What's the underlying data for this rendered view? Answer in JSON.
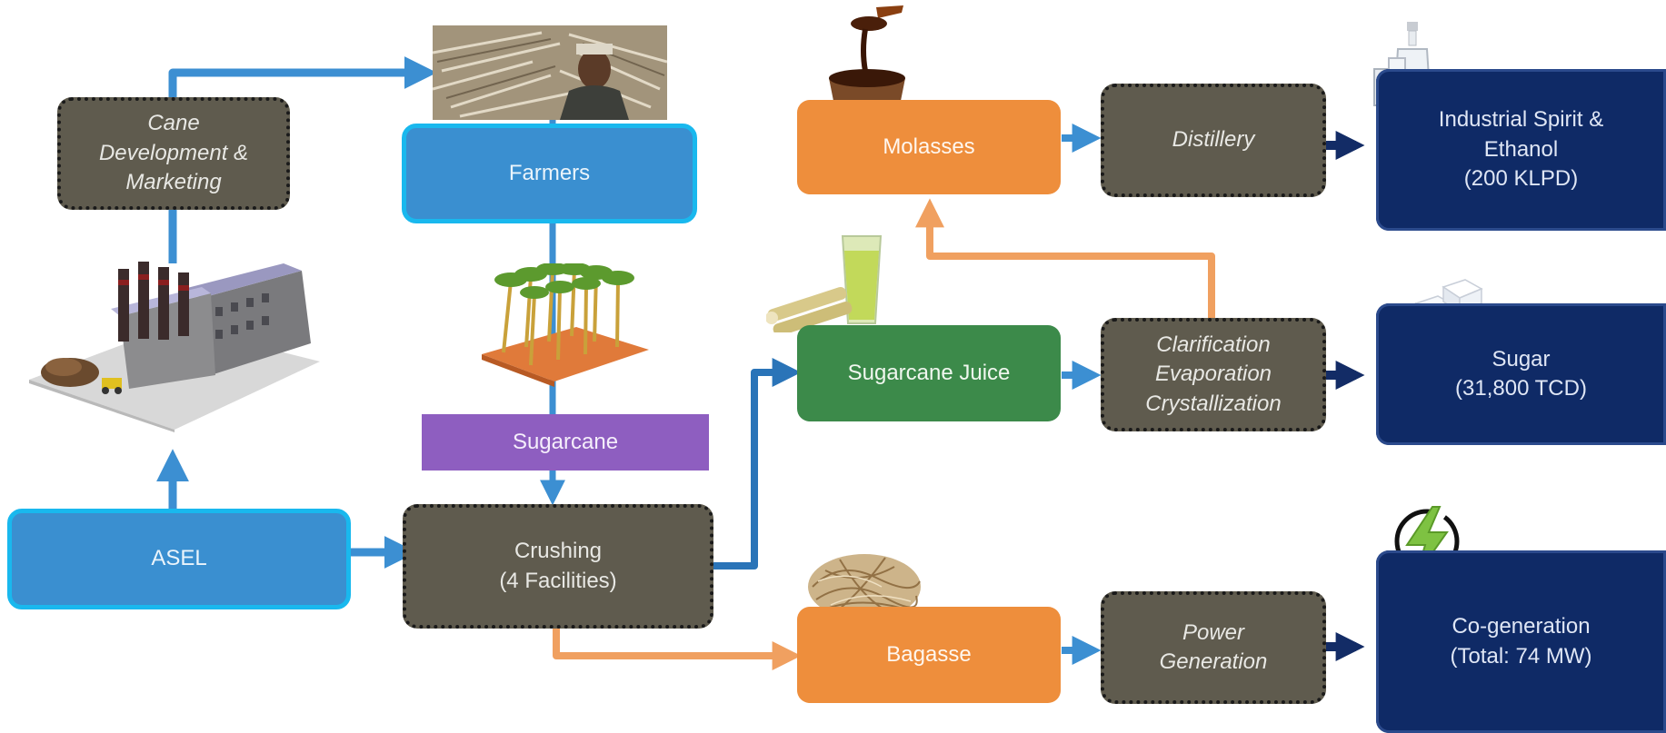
{
  "colors": {
    "arrow_blue": "#3c8fd2",
    "arrow_orange": "#f0a060",
    "arrow_navy": "#132c66",
    "box_gray": "#5f5b4e",
    "box_blue": "#3a8fd0",
    "box_orange": "#ee8e3c",
    "box_green": "#3c8a4a",
    "box_purple": "#8e5ec0",
    "box_navy": "#0f2a66"
  },
  "nodes": {
    "cane_development": "Cane\nDevelopment &\nMarketing",
    "farmers": "Farmers",
    "sugarcane": "Sugarcane",
    "asel": "ASEL",
    "crushing": "Crushing\n(4 Facilities)",
    "molasses": "Molasses",
    "sugarcane_juice": "Sugarcane Juice",
    "bagasse": "Bagasse",
    "distillery": "Distillery",
    "clarification": "Clarification\nEvaporation\nCrystallization",
    "power_generation": "Power\nGeneration",
    "industrial_spirit": "Industrial Spirit &\nEthanol\n(200 KLPD)",
    "sugar": "Sugar\n(31,800 TCD)",
    "cogeneration": "Co-generation\n(Total: 74 MW)"
  },
  "images": [
    "factory-illustration",
    "farmer-carrying-cane-photo",
    "sugarcane-field-illustration",
    "spoon-molasses-icon",
    "juice-glass-icon",
    "bagasse-fibre-photo",
    "spirit-bottles-icon",
    "sugar-cubes-icon",
    "power-bolt-icon"
  ]
}
